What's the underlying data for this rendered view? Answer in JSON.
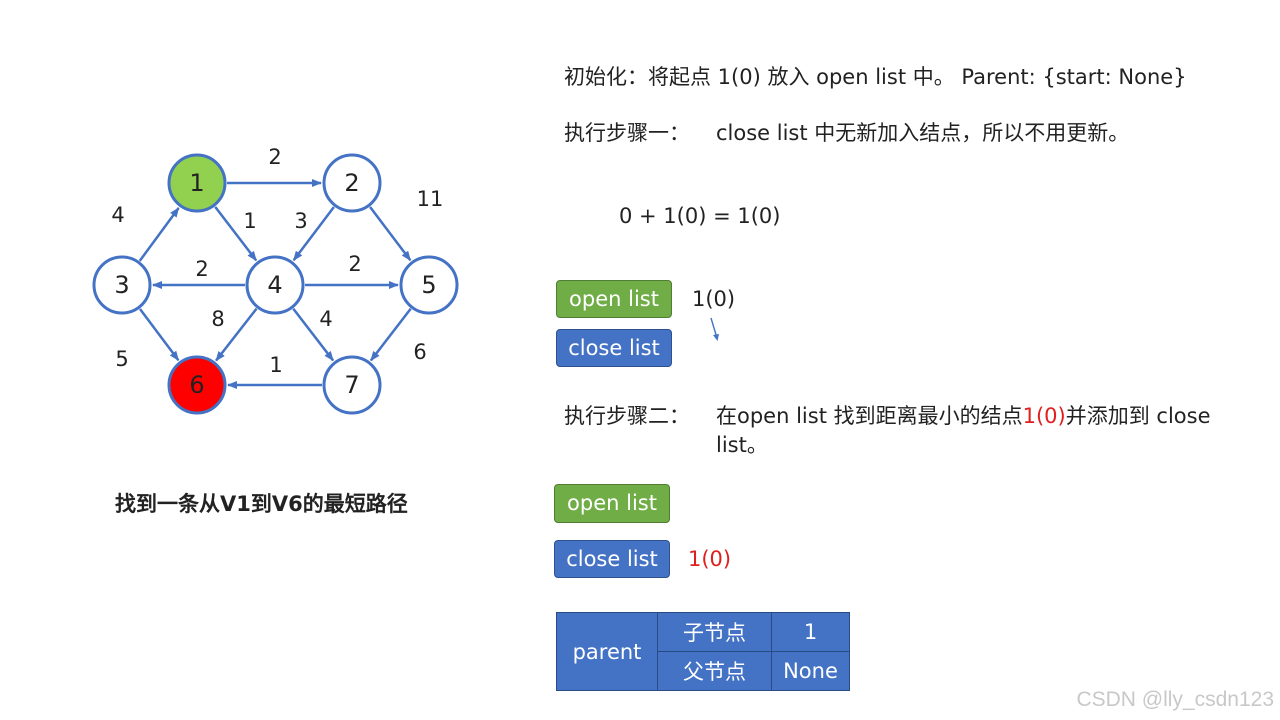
{
  "graph": {
    "nodes": [
      {
        "id": "1",
        "label": "1",
        "fill": "#92d050"
      },
      {
        "id": "2",
        "label": "2",
        "fill": "#ffffff"
      },
      {
        "id": "3",
        "label": "3",
        "fill": "#ffffff"
      },
      {
        "id": "4",
        "label": "4",
        "fill": "#ffffff"
      },
      {
        "id": "5",
        "label": "5",
        "fill": "#ffffff"
      },
      {
        "id": "6",
        "label": "6",
        "fill": "#ff0000"
      },
      {
        "id": "7",
        "label": "7",
        "fill": "#ffffff"
      }
    ],
    "edges": [
      {
        "from": "1",
        "to": "2",
        "weight": "2"
      },
      {
        "from": "3",
        "to": "1",
        "weight": "4"
      },
      {
        "from": "1",
        "to": "4",
        "weight": "1"
      },
      {
        "from": "2",
        "to": "4",
        "weight": "3"
      },
      {
        "from": "2",
        "to": "5",
        "weight": "11"
      },
      {
        "from": "4",
        "to": "3",
        "weight": "2"
      },
      {
        "from": "4",
        "to": "5",
        "weight": "2"
      },
      {
        "from": "3",
        "to": "6",
        "weight": "5"
      },
      {
        "from": "4",
        "to": "6",
        "weight": "8"
      },
      {
        "from": "4",
        "to": "7",
        "weight": "4"
      },
      {
        "from": "5",
        "to": "7",
        "weight": "6"
      },
      {
        "from": "7",
        "to": "6",
        "weight": "1"
      }
    ],
    "stroke_color": "#4472c4"
  },
  "caption": "找到一条从V1到V6的最短路径",
  "init_text": "初始化：将起点 1(0) 放入 open list 中。 Parent: {start: None}",
  "step1": {
    "title": "执行步骤一：",
    "text": "close list 中无新加入结点，所以不用更新。",
    "formula": "0 + 1(0) = 1(0)",
    "open_label": "open list",
    "open_value": "1(0)",
    "close_label": "close list"
  },
  "step2": {
    "title": "执行步骤二：",
    "text_pre": "在open list 找到距离最小的结点",
    "text_highlight": "1(0)",
    "text_post": "并添加到 close list。",
    "open_label": "open list",
    "close_label": "close list",
    "close_value": "1(0)"
  },
  "parent_table": {
    "header": "parent",
    "child_label": "子节点",
    "child_value": "1",
    "parent_label": "父节点",
    "parent_value": "None"
  },
  "watermark": "CSDN @lly_csdn123",
  "colors": {
    "green_button": "#70ad47",
    "blue_button": "#4472c4",
    "highlight_red": "#e02020"
  }
}
